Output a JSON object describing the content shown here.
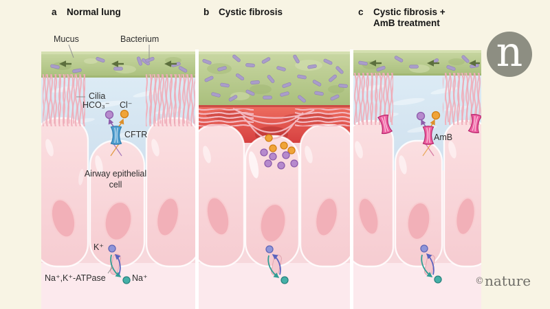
{
  "figure": {
    "panels": {
      "a": {
        "tag": "a",
        "title": "Normal lung",
        "labels": {
          "mucus": "Mucus",
          "bacterium": "Bacterium",
          "cilia": "Cilia",
          "bicarbonate": "HCO₃⁻",
          "chloride": "Cl⁻",
          "cftr": "CFTR",
          "cell": "Airway epithelial cell",
          "potassium": "K⁺",
          "sodium": "Na⁺",
          "atpase": "Na⁺,K⁺-ATPase"
        }
      },
      "b": {
        "tag": "b",
        "title": "Cystic fibrosis"
      },
      "c": {
        "tag": "c",
        "title": "Cystic fibrosis +",
        "title_line2": "AmB treatment",
        "labels": {
          "amb": "AmB"
        }
      }
    },
    "branding": {
      "logo_letter": "n",
      "credit_symbol": "©",
      "credit_name": "nature"
    },
    "colors": {
      "background_cream": "#f8f4e4",
      "mucus_green": "#b5c88e",
      "bacterium_purple": "#aa9dca",
      "mucus_arrow_olive": "#5c6f3d",
      "periciliary_blue": "#d7e6f2",
      "inflamed_red": "#e25048",
      "cell_pink": "#f8d3d7",
      "nucleus_pink": "#f2b0b8",
      "cilia_pink": "#f1b2bd",
      "cftr_blue": "#4f9ecf",
      "amb_magenta": "#ee5fa0",
      "bicarbonate_ion_purple": "#b68acd",
      "chloride_ion_orange": "#f0a438",
      "potassium_ion_blue": "#8f95d9",
      "sodium_ion_teal": "#45b0a8"
    }
  }
}
